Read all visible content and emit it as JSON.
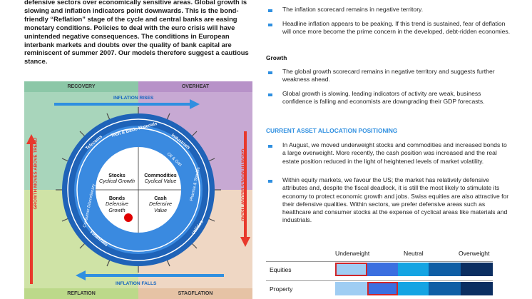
{
  "intro": {
    "text": "defensive sectors over economically sensitive areas. Global growth is slowing and inflation indicators point downwards. This is the bond-friendly “Reflation” stage of the cycle and central banks are easing monetary conditions. Policies to deal with the euro crisis will have unintended negative consequences. The conditions in European interbank markets and doubts over the quality of bank capital are reminiscent of summer 2007. Our models therefore suggest a cautious stance."
  },
  "clock": {
    "recovery": "RECOVERY",
    "overheat": "OVERHEAT",
    "reflation": "REFLATION",
    "stagflation": "STAGFLATION",
    "inflation_rises": "INFLATION RISES",
    "inflation_falls": "INFLATION FALLS",
    "growth_above": "GROWTH MOVES ABOVE TREND",
    "growth_below": "GROWTH MOVES BELOW TREND",
    "ring_labels": {
      "telecoms": "Telecoms",
      "tech": "Tech & Basic Materials",
      "industrials": "Industrials",
      "oil": "Oil & Gas",
      "pharma": "Pharma & Staples",
      "utilities": "Utilities",
      "financials": "Financials",
      "consumer": "Consumer Discretionary"
    },
    "stocks": {
      "title": "Stocks",
      "sub": "Cyclical Growth"
    },
    "commodities": {
      "title": "Commodities",
      "sub": "Cyclical Value"
    },
    "bonds": {
      "title": "Bonds",
      "sub1": "Defensive",
      "sub2": "Growth"
    },
    "cash": {
      "title": "Cash",
      "sub1": "Defensive",
      "sub2": "Value"
    }
  },
  "right": {
    "inflation_bullets": [
      "The inflation scorecard remains in negative territory.",
      "Headline inflation appears to be peaking. If this trend is sustained, fear of deflation will once more become the prime concern in the developed, debt-ridden economies."
    ],
    "growth_head": "Growth",
    "growth_bullets": [
      "The global growth scorecard remains in negative territory and suggests further weakness ahead.",
      "Global growth is slowing, leading indicators of activity are weak, business confidence is falling and economists are downgrading their GDP forecasts."
    ],
    "alloc_head": "CURRENT ASSET ALLOCATION POSITIONING",
    "alloc_bullets": [
      "In August, we moved underweight stocks and commodities and increased bonds to a large overweight. More recently, the cash position was increased and the real estate position reduced in the light of heightened levels of market volatility.",
      "Within equity markets, we favour the US; the market has relatively defensive attributes and, despite the fiscal deadlock, it is still the most likely to stimulate its economy to protect economic growth and jobs. Swiss equities are also attractive for their defensive qualities. Within sectors, we prefer defensive areas such as healthcare and consumer stocks at the expense of cyclical areas like materials and industrials."
    ]
  },
  "positioning": {
    "scale": [
      "Underweight",
      "Neutral",
      "Overweight"
    ],
    "segment_colors": [
      "#9fcdf3",
      "#3b6fe0",
      "#14a4e3",
      "#0f5ea5",
      "#0b2e61"
    ],
    "highlight_color": "#d0262a",
    "rows": [
      {
        "label": "Equities",
        "position": 1
      },
      {
        "label": "Property",
        "position": 2
      }
    ]
  }
}
